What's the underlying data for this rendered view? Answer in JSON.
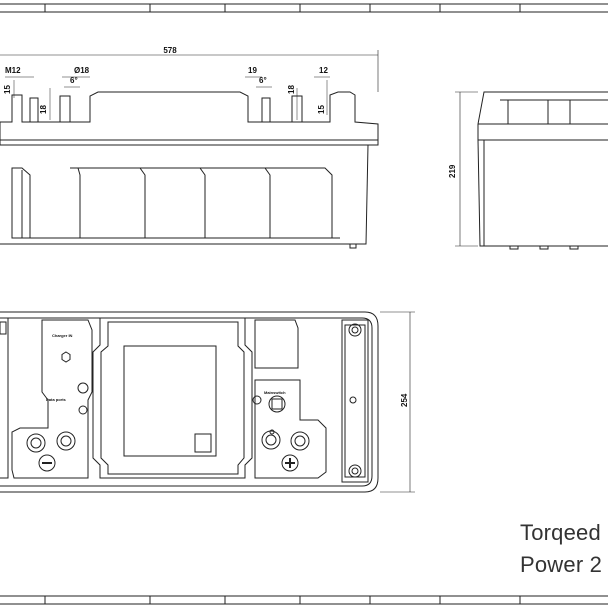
{
  "dimensions": {
    "overall_length": "578",
    "height": "219",
    "depth": "254",
    "left_thread": "M12",
    "left_diameter": "Ø18",
    "left_h1": "15",
    "left_h2": "18",
    "left_angle": "6°",
    "right_width": "19",
    "right_angle": "6°",
    "right_h2": "18",
    "right_width2": "12",
    "right_h1": "15"
  },
  "labels": {
    "charger_in": "Charger IN",
    "data_ports": "Data ports",
    "main_switch": "Mainswitch"
  },
  "title": {
    "line1": "Torqeed",
    "line2": "Power 2"
  }
}
